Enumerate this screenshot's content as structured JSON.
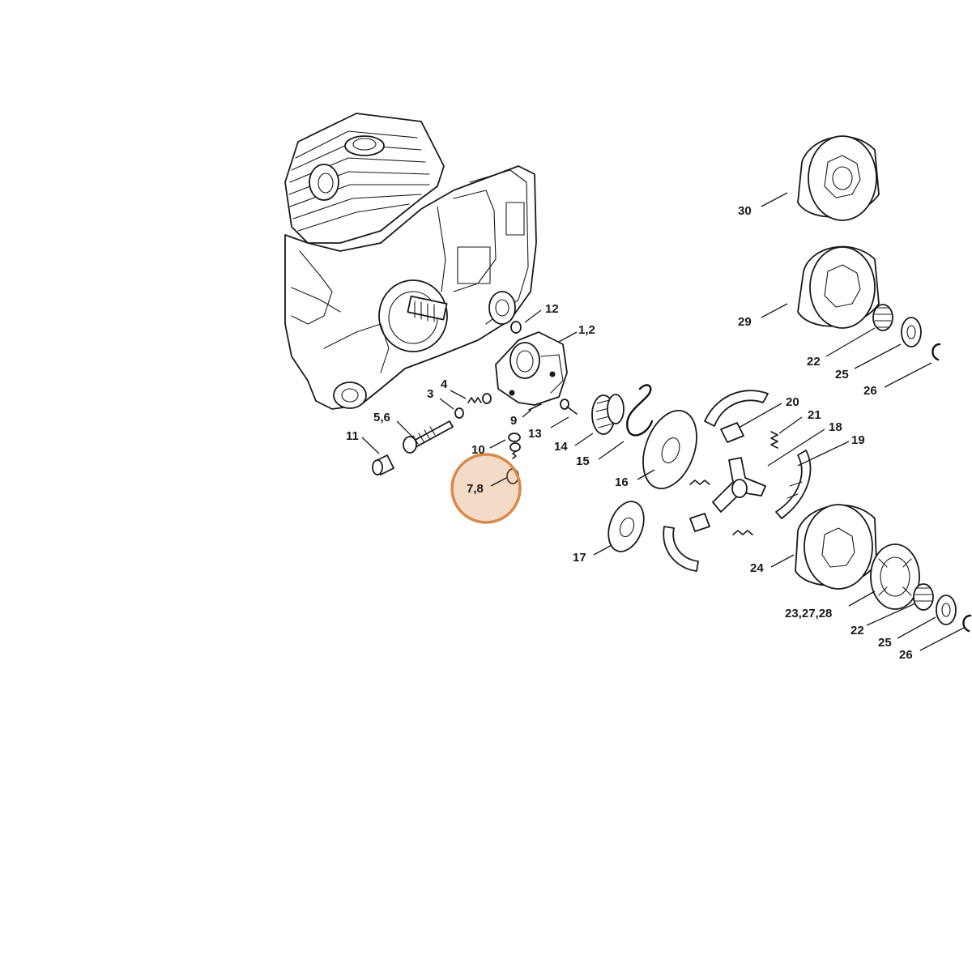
{
  "highlight": {
    "color": "#d9894a",
    "label": "7,8"
  },
  "callouts": [
    {
      "id": "30",
      "label": "30"
    },
    {
      "id": "29",
      "label": "29"
    },
    {
      "id": "22a",
      "label": "22"
    },
    {
      "id": "25a",
      "label": "25"
    },
    {
      "id": "26a",
      "label": "26"
    },
    {
      "id": "12",
      "label": "12"
    },
    {
      "id": "1_2",
      "label": "1,2"
    },
    {
      "id": "4",
      "label": "4"
    },
    {
      "id": "3",
      "label": "3"
    },
    {
      "id": "5_6",
      "label": "5,6"
    },
    {
      "id": "11",
      "label": "11"
    },
    {
      "id": "9",
      "label": "9"
    },
    {
      "id": "13",
      "label": "13"
    },
    {
      "id": "10",
      "label": "10"
    },
    {
      "id": "7_8",
      "label": "7,8"
    },
    {
      "id": "14",
      "label": "14"
    },
    {
      "id": "15",
      "label": "15"
    },
    {
      "id": "16",
      "label": "16"
    },
    {
      "id": "17",
      "label": "17"
    },
    {
      "id": "20",
      "label": "20"
    },
    {
      "id": "21",
      "label": "21"
    },
    {
      "id": "18",
      "label": "18"
    },
    {
      "id": "19",
      "label": "19"
    },
    {
      "id": "24",
      "label": "24"
    },
    {
      "id": "23_27_28",
      "label": "23,27,28"
    },
    {
      "id": "22b",
      "label": "22"
    },
    {
      "id": "25b",
      "label": "25"
    },
    {
      "id": "26b",
      "label": "26"
    }
  ]
}
